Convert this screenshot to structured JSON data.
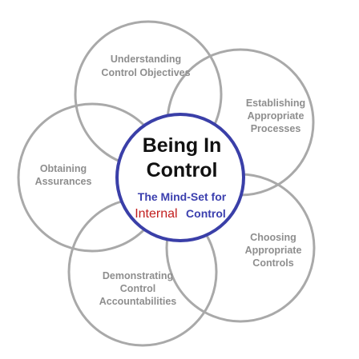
{
  "diagram": {
    "center": {
      "title_line1": "Being In",
      "title_line2": "Control",
      "subtitle_line1": "The Mind-Set for",
      "subtitle_internal": "Internal",
      "subtitle_control": "Control",
      "border_color": "#3a3fa8",
      "internal_color": "#c21d1d",
      "subtitle_color": "#3b3fae"
    },
    "petals": [
      {
        "line1": "Understanding",
        "line2": "Control Objectives",
        "line3": ""
      },
      {
        "line1": "Establishing",
        "line2": "Appropriate",
        "line3": "Processes"
      },
      {
        "line1": "Choosing",
        "line2": "Appropriate",
        "line3": "Controls"
      },
      {
        "line1": "Demonstrating",
        "line2": "Control",
        "line3": "Accountabilities"
      },
      {
        "line1": "Obtaining",
        "line2": "Assurances",
        "line3": ""
      }
    ],
    "petal_color": "#a9a9a9",
    "label_color": "#8e8e8e"
  }
}
